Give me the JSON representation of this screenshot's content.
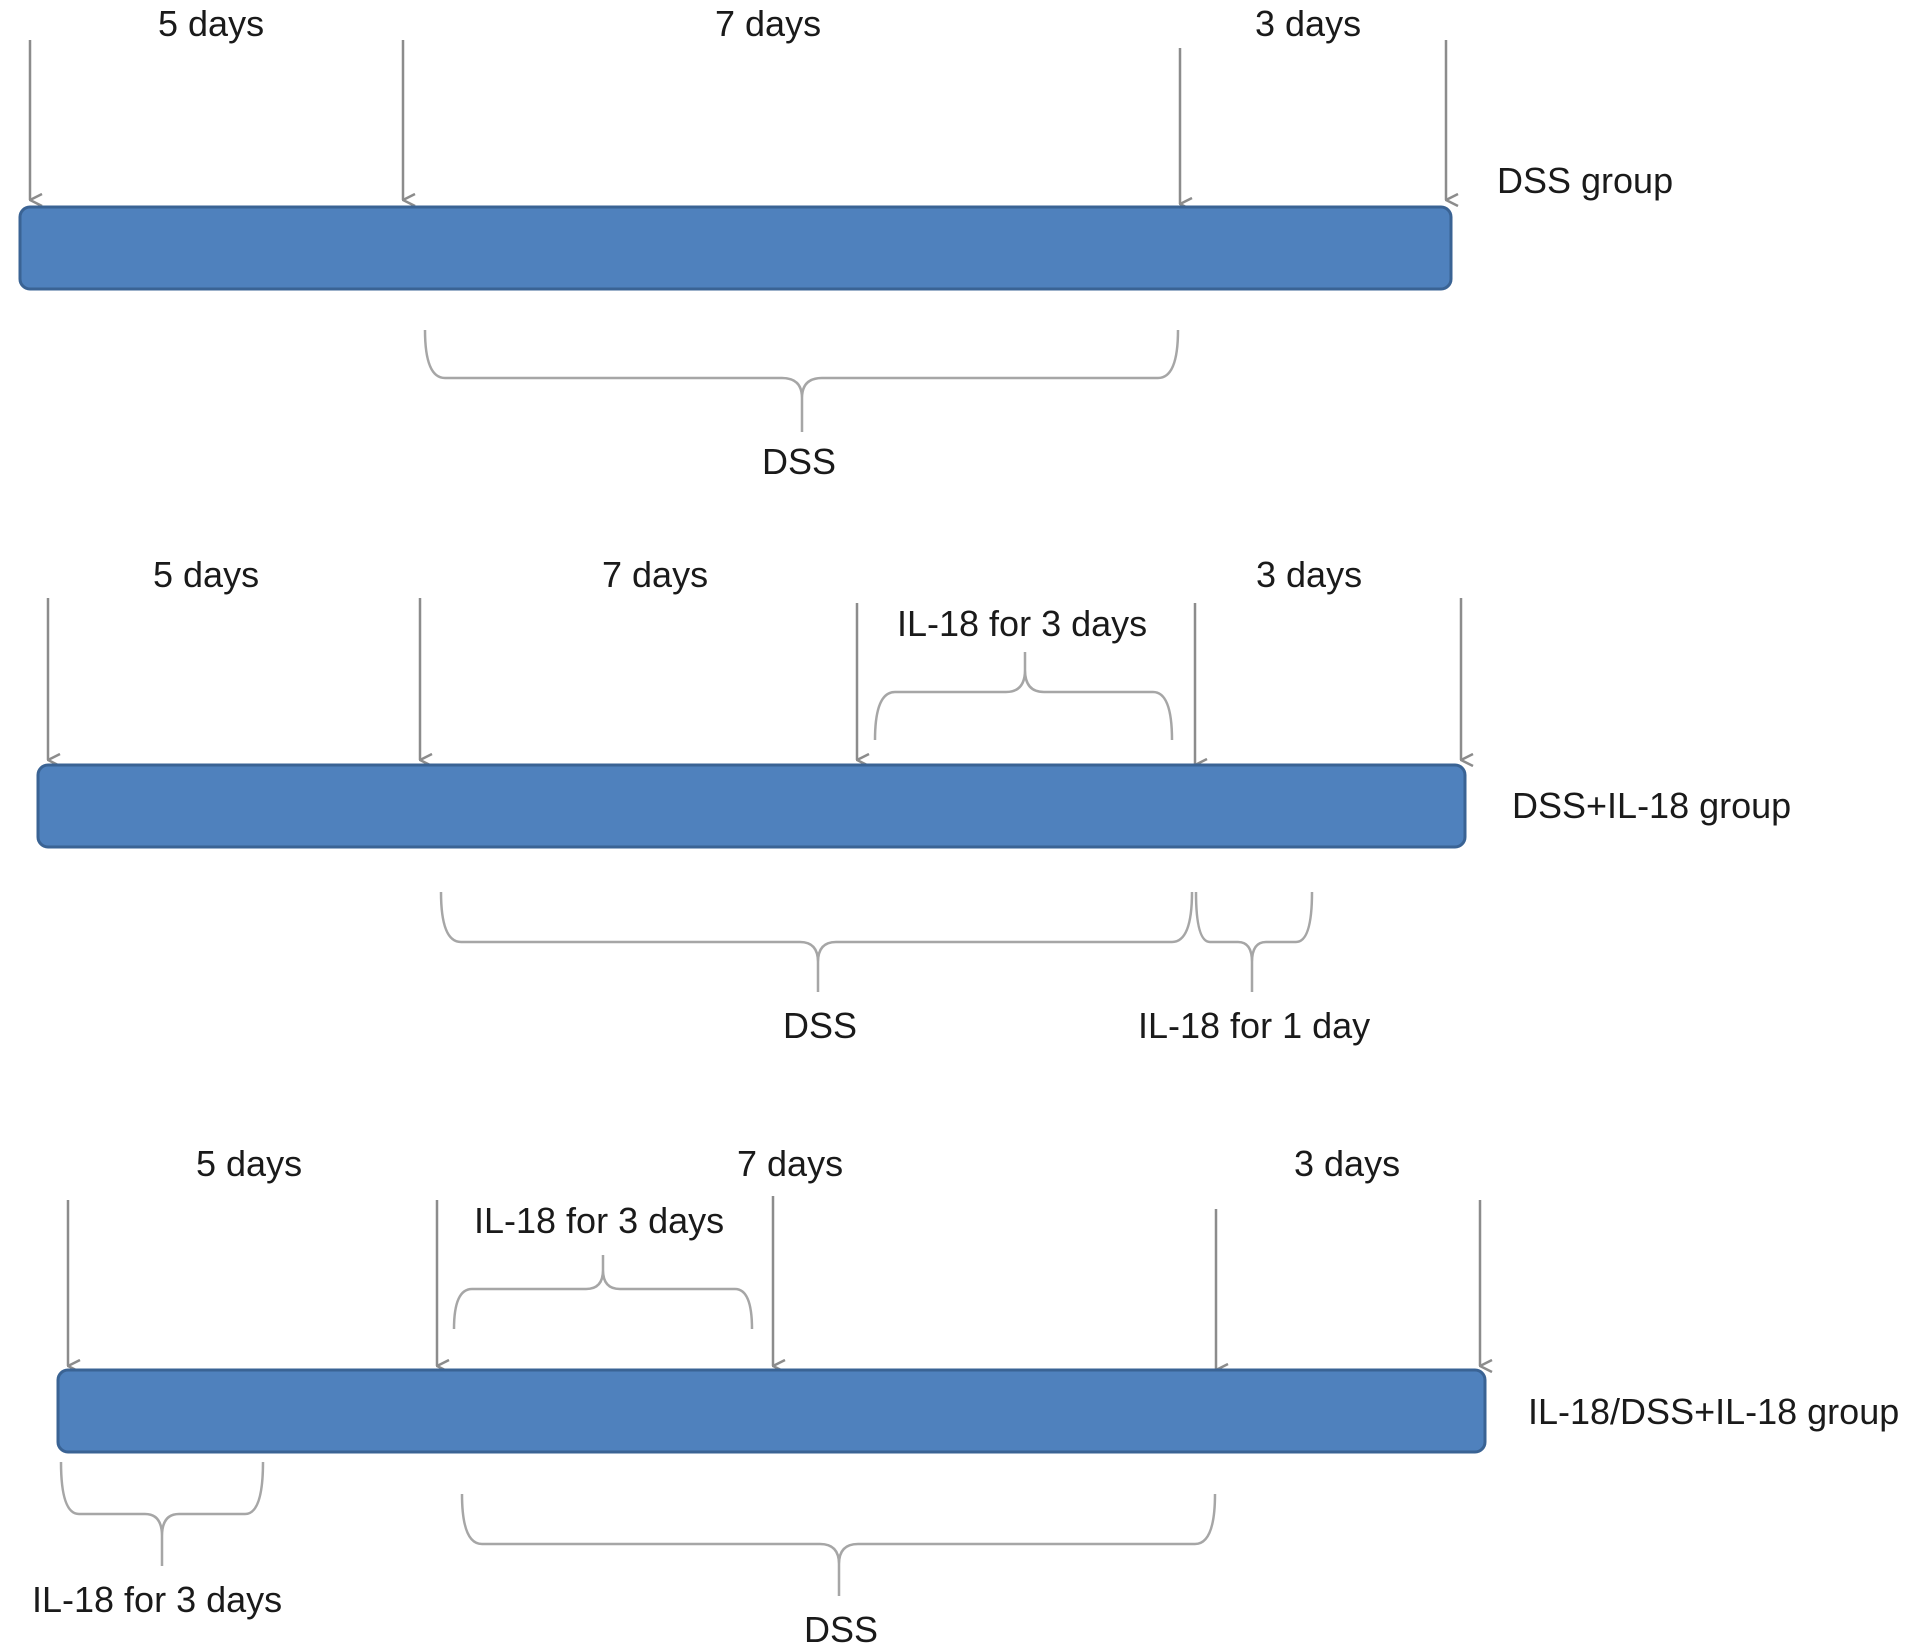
{
  "colors": {
    "bar_fill": "#4f81bd",
    "bar_stroke": "#3a6394",
    "arrow": "#8c8c8c",
    "brace": "#a6a6a6",
    "text": "#1a1a1a"
  },
  "timelines": [
    {
      "group_label": "DSS group",
      "period_labels": [
        "5 days",
        "7 days",
        "3 days"
      ],
      "bottom_braces": [
        {
          "label": "DSS"
        }
      ],
      "top_braces": []
    },
    {
      "group_label": "DSS+IL-18 group",
      "period_labels": [
        "5 days",
        "7 days",
        "3 days"
      ],
      "top_braces": [
        {
          "label": "IL-18 for 3 days"
        }
      ],
      "bottom_braces": [
        {
          "label": "DSS"
        },
        {
          "label": "IL-18 for 1 day"
        }
      ]
    },
    {
      "group_label": "IL-18/DSS+IL-18 group",
      "period_labels": [
        "5 days",
        "7 days",
        "3 days"
      ],
      "top_braces": [
        {
          "label": "IL-18 for 3 days"
        }
      ],
      "bottom_braces": [
        {
          "label": "IL-18 for 3 days"
        },
        {
          "label": "DSS"
        }
      ]
    }
  ]
}
